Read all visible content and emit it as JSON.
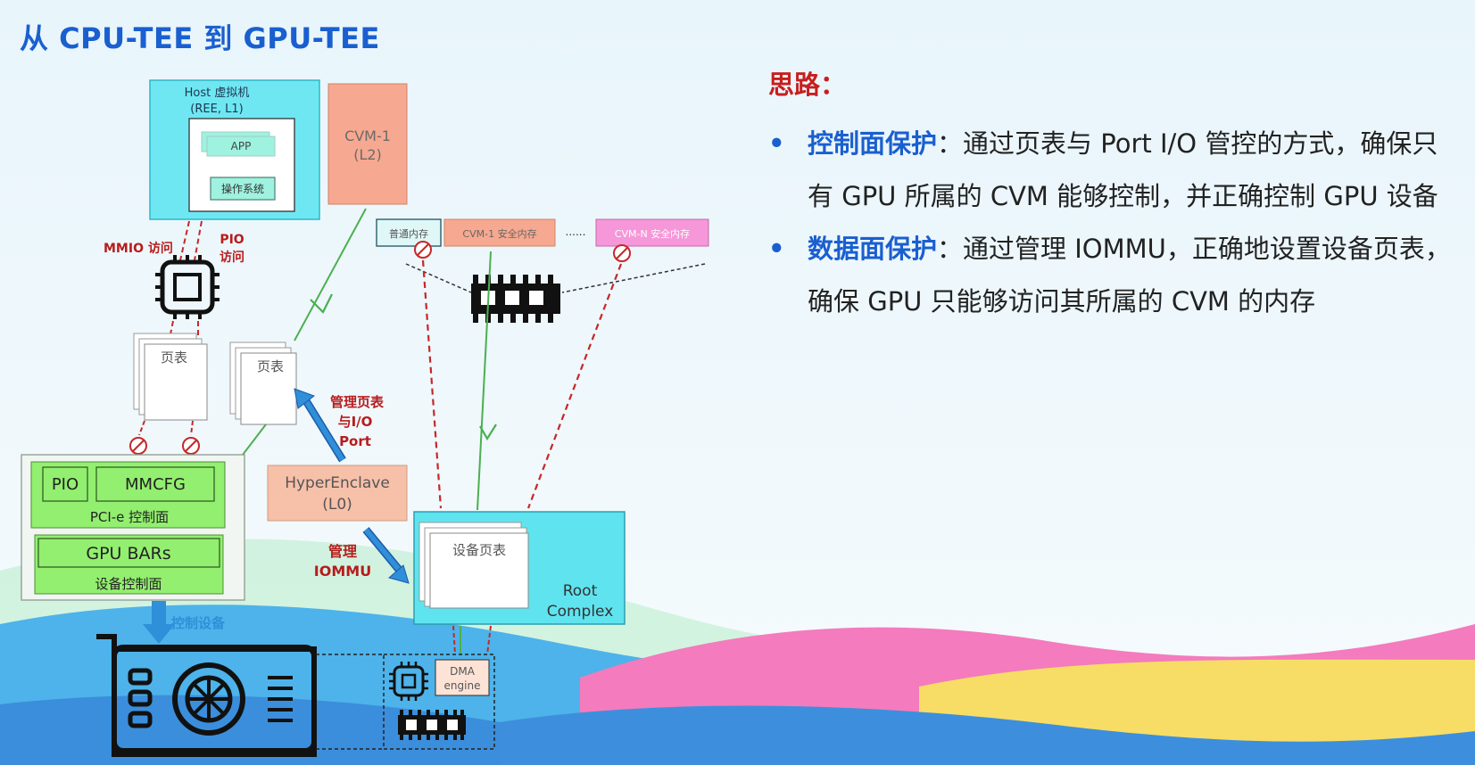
{
  "slide": {
    "title": "从 CPU-TEE 到 GPU-TEE"
  },
  "notes": {
    "heading": "思路：",
    "bullets": [
      {
        "key": "控制面保护",
        "sep": "：",
        "text": "通过页表与 Port I/O 管控的方式，确保只有 GPU 所属的 CVM 能够控制，并正确控制 GPU 设备"
      },
      {
        "key": "数据面保护",
        "sep": "：",
        "text": "通过管理 IOMMU，正确地设置设备页表，确保 GPU 只能够访问其所属的 CVM 的内存"
      }
    ]
  },
  "diagram": {
    "host_title": "Host 虚拟机",
    "host_sub": "(REE, L1)",
    "app": "APP",
    "os": "操作系统",
    "cvm1": "CVM-1",
    "cvm1_level": "(L2)",
    "mmio_access": "MMIO 访问",
    "pio_label": "PIO",
    "pio_access": "访问",
    "page_table": "页表",
    "manage_pt_1": "管理页表",
    "manage_pt_2": "与I/O",
    "manage_pt_3": "Port",
    "normal_mem": "普通内存",
    "cvm1_secure_mem": "CVM-1 安全内存",
    "ellipsis": "......",
    "cvmn_secure_mem": "CVM-N 安全内存",
    "hyperenclave": "HyperEnclave",
    "hyperenclave_level": "(L0)",
    "manage_iommu_1": "管理",
    "manage_iommu_2": "IOMMU",
    "pio_box": "PIO",
    "mmcfg": "MMCFG",
    "pcie_ctrl": "PCI-e 控制面",
    "gpu_bars": "GPU BARs",
    "device_ctrl": "设备控制面",
    "control_device": "控制设备",
    "device_pt": "设备页表",
    "root": "Root",
    "complex": "Complex",
    "dma": "DMA",
    "engine": "engine"
  },
  "colors": {
    "title_blue": "#1a5fd0",
    "heading_red": "#c81e1e",
    "cyan_box": "#5fe3ef",
    "cvm_salmon": "#f6ab92",
    "green_box": "#9ef07a",
    "pink_box": "#f597d8",
    "arrow_red": "#c62828",
    "arrow_green": "#4caf50",
    "arrow_blue": "#2f8fd8"
  },
  "icons": [
    "chip-icon",
    "memory-icon",
    "gpu-card-icon",
    "blocked-icon",
    "chip-small-icon",
    "memory-small-icon"
  ]
}
